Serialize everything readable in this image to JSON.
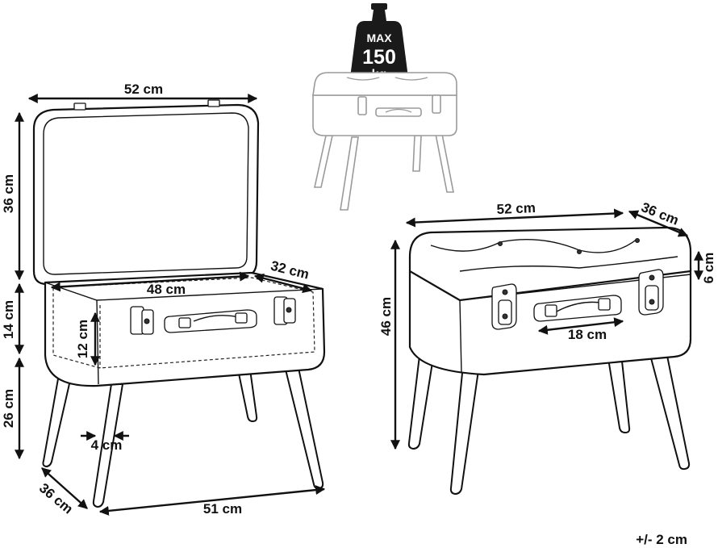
{
  "weight": {
    "max_label": "MAX",
    "value": "150",
    "unit": "kg"
  },
  "open_view": {
    "width_top": "52 cm",
    "lid_height": "36 cm",
    "inner_width": "48 cm",
    "inner_depth": "32 cm",
    "inner_height": "12 cm",
    "body_height": "14 cm",
    "leg_height": "26 cm",
    "leg_width": "4 cm",
    "depth_bottom": "36 cm",
    "width_bottom": "51 cm"
  },
  "closed_view": {
    "width": "52 cm",
    "depth": "36 cm",
    "cushion_height": "6 cm",
    "total_height": "46 cm",
    "handle_width": "18 cm"
  },
  "tolerance": "+/- 2 cm"
}
